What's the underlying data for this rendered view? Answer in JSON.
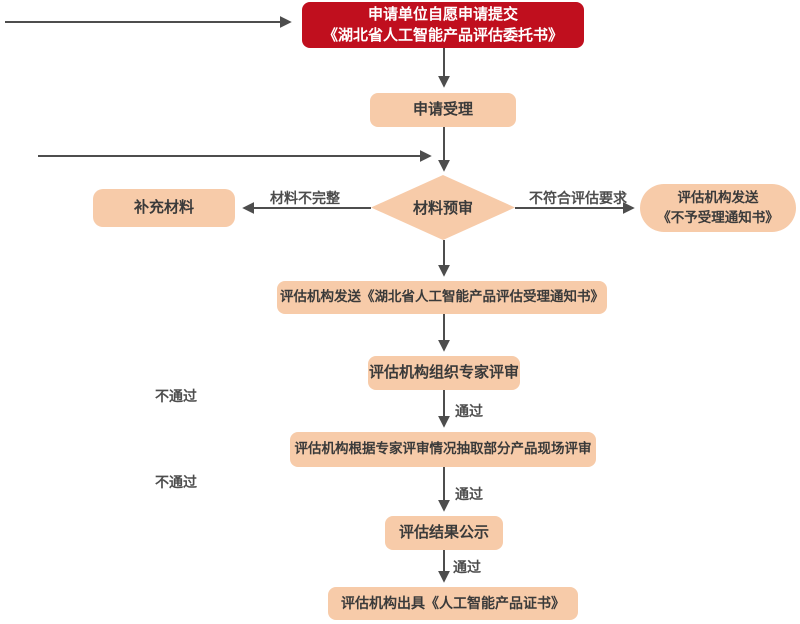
{
  "colors": {
    "accent_red": "#C00F1E",
    "node_peach": "#F7CBA9",
    "node_text": "#3A3A3A",
    "arrow_gray": "#4D4D4D",
    "background": "#FFFFFF"
  },
  "flowchart": {
    "nodes": {
      "submit": {
        "line1": "申请单位自愿申请提交",
        "line2": "《湖北省人工智能产品评估委托书》"
      },
      "accept": {
        "label": "申请受理"
      },
      "pre_review": {
        "label": "材料预审"
      },
      "supplement": {
        "label": "补充材料"
      },
      "reject": {
        "line1": "评估机构发送",
        "line2": "《不予受理通知书》"
      },
      "acceptance_notice": {
        "label": "评估机构发送《湖北省人工智能产品评估受理通知书》"
      },
      "expert_review": {
        "label": "评估机构组织专家评审"
      },
      "onsite_review": {
        "label": "评估机构根据专家评审情况抽取部分产品现场评审"
      },
      "result_publicity": {
        "label": "评估结果公示"
      },
      "certificate": {
        "label": "评估机构出具《人工智能产品证书》"
      }
    },
    "edge_labels": {
      "incomplete": "材料不完整",
      "not_meet": "不符合评估要求",
      "pass": "通过",
      "fail": "不通过"
    }
  }
}
